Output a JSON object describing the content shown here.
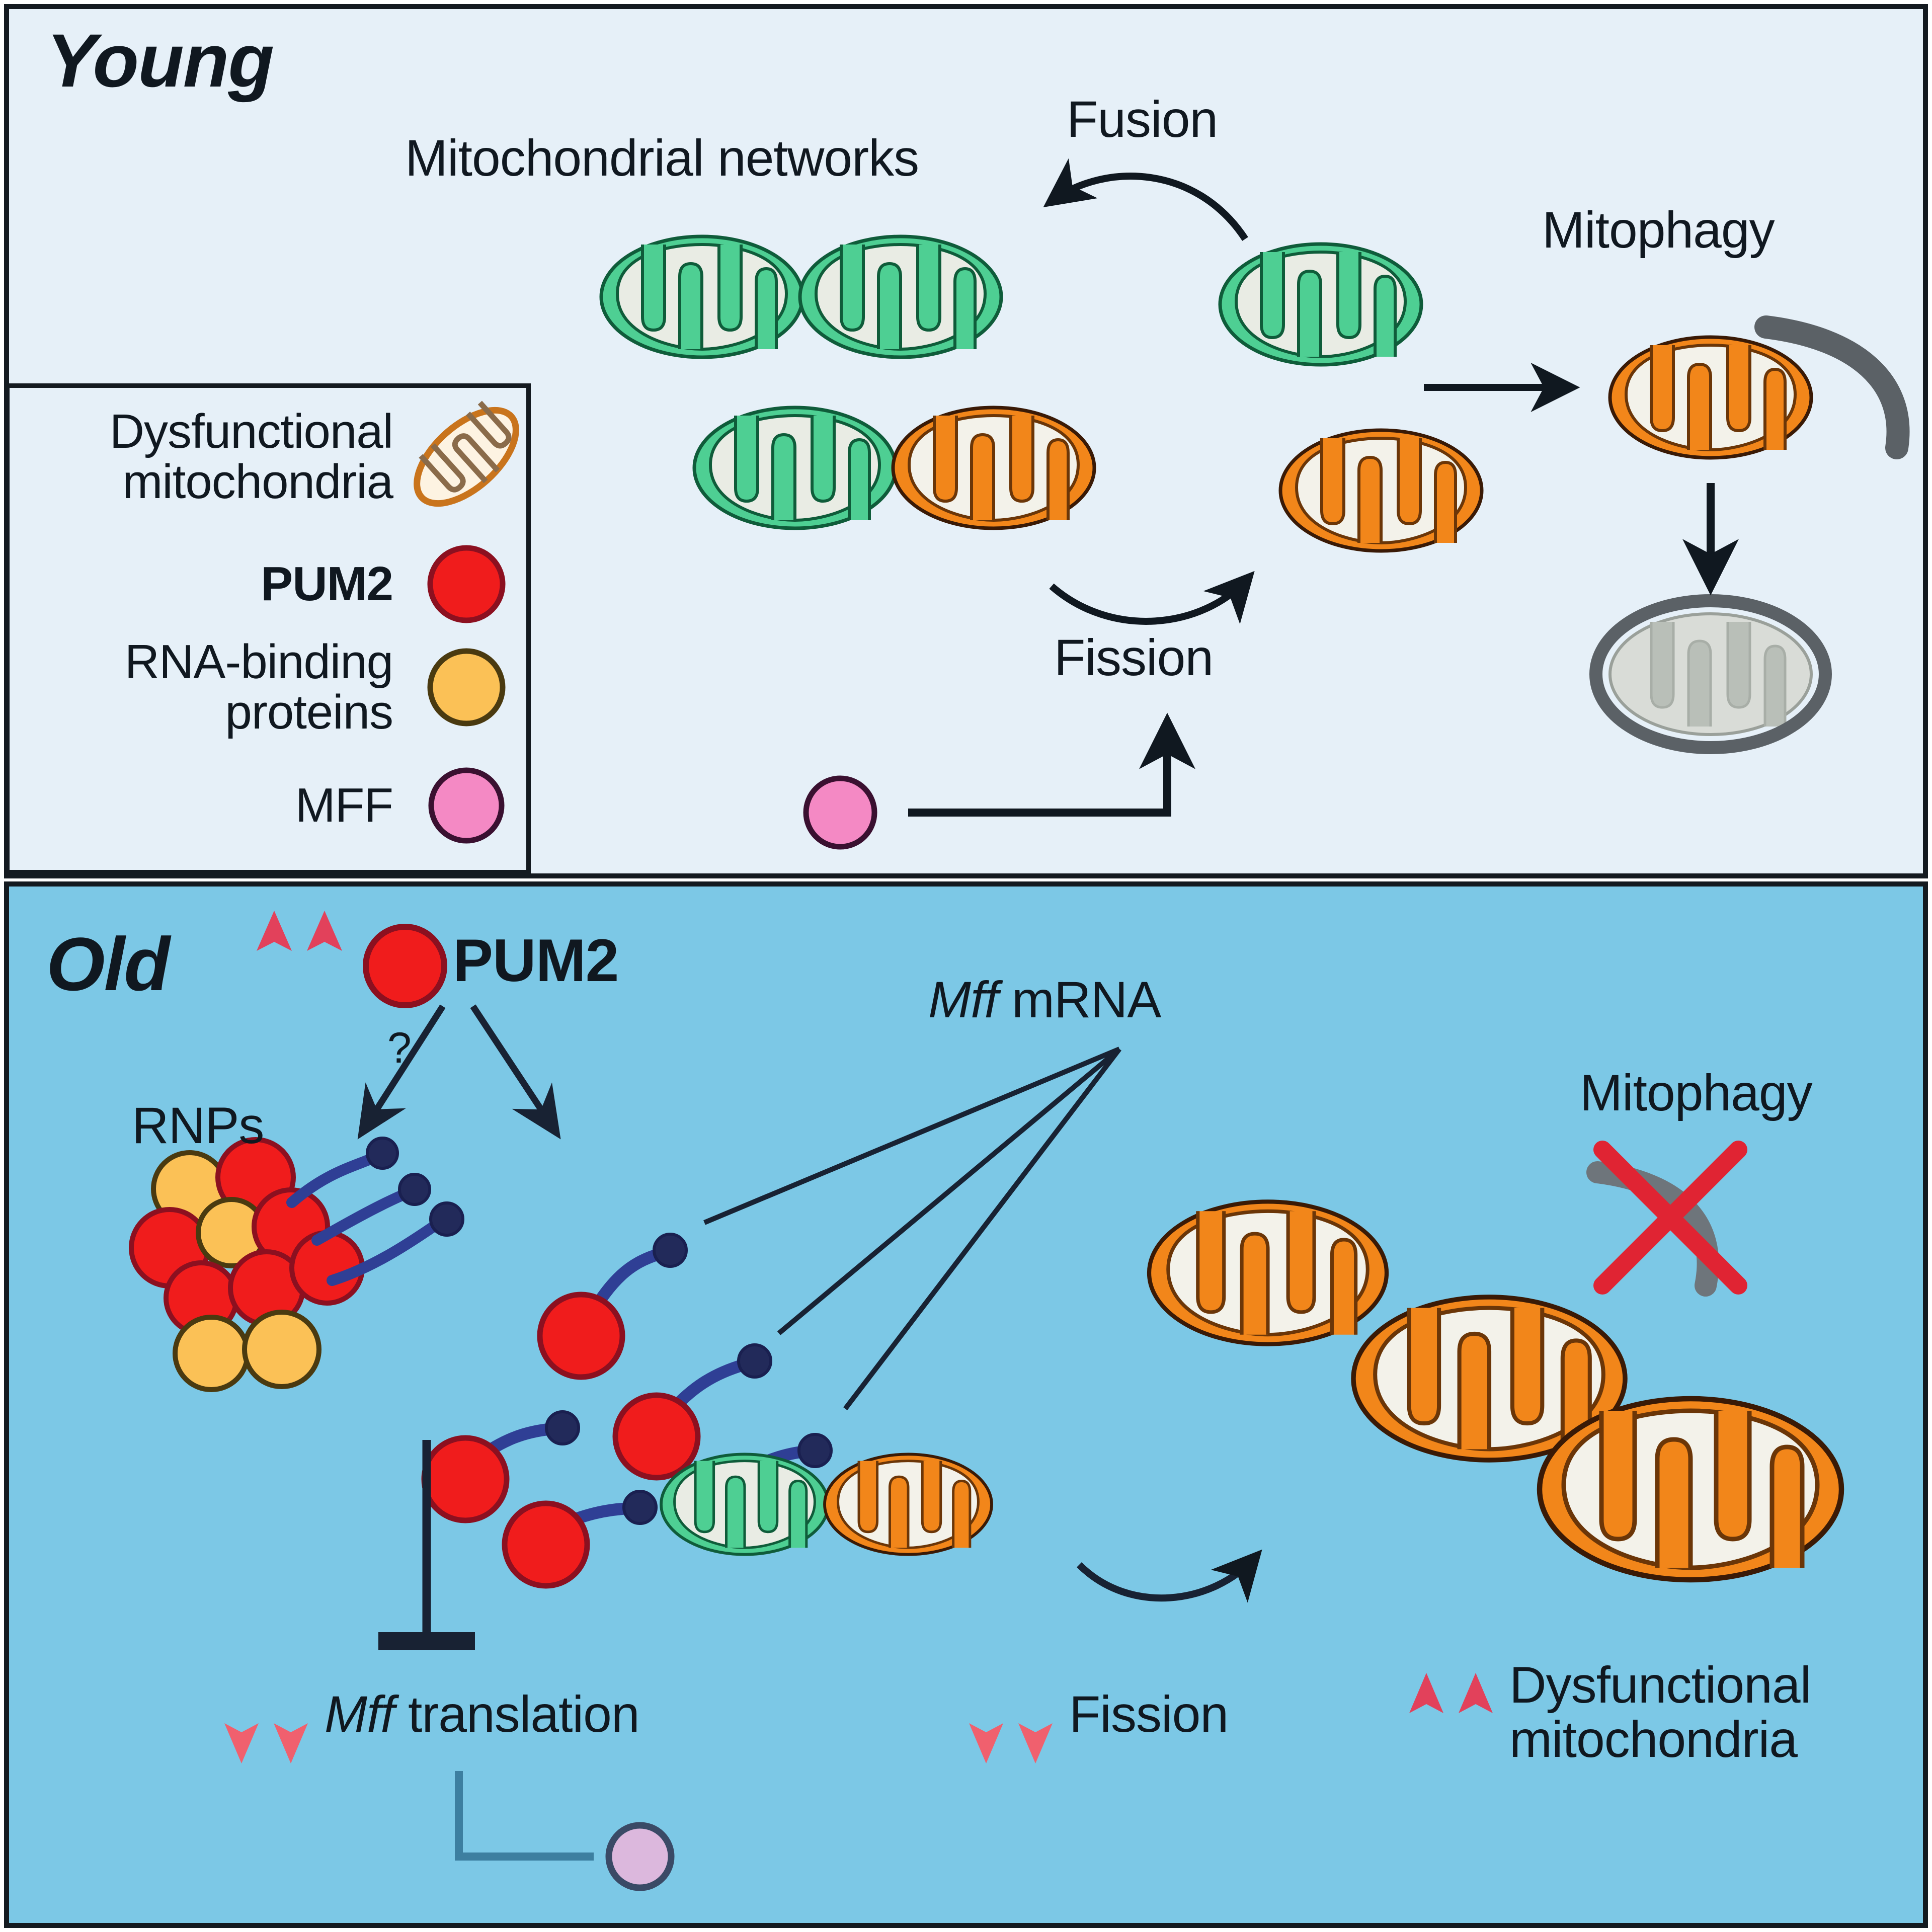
{
  "figure": {
    "type": "schematic-diagram",
    "topic": "PUM2 regulation of Mff translation, mitochondrial fission and mitophagy in aging"
  },
  "panels": {
    "young": {
      "title": "Young",
      "background_color": "#e6f0f8",
      "labels": {
        "networks": "Mitochondrial networks",
        "fusion": "Fusion",
        "fission": "Fission",
        "mitophagy": "Mitophagy"
      }
    },
    "old": {
      "title": "Old",
      "background_color": "#7cc8e6",
      "labels": {
        "pum2": "PUM2",
        "pum2_up_arrows": "↑↑",
        "question": "?",
        "rnps": "RNPs",
        "mff_mrna_italic": "Mff",
        "mff_mrna_rest": " mRNA",
        "mitophagy": "Mitophagy",
        "mff_translation_arrows": "↓↓",
        "mff_translation_italic": "Mff",
        "mff_translation_rest": " translation",
        "fission_arrows": "↓↓",
        "fission": "Fission",
        "dysfunctional_arrows": "↑↑",
        "dysfunctional_line1": "Dysfunctional",
        "dysfunctional_line2": "mitochondria"
      }
    }
  },
  "legend": {
    "items": [
      {
        "label_line1": "Dysfunctional",
        "label_line2": "mitochondria",
        "icon": "dysfunctional-mitochondrion-icon",
        "color": "#e8820c",
        "bold": false
      },
      {
        "label_line1": "PUM2",
        "label_line2": "",
        "icon": "red-circle-icon",
        "color": "#f01c1c",
        "bold": true
      },
      {
        "label_line1": "RNA-binding",
        "label_line2": "proteins",
        "icon": "orange-circle-icon",
        "color": "#fbc156",
        "bold": false
      },
      {
        "label_line1": "MFF",
        "label_line2": "",
        "icon": "pink-circle-icon",
        "color": "#f489c4",
        "bold": false
      }
    ]
  },
  "colors": {
    "healthy_mitochondrion": "#4ecf93",
    "healthy_mitochondrion_stroke": "#0f5c3a",
    "dysfunctional_mitochondrion": "#f2861a",
    "dysfunctional_mitochondrion_stroke": "#5a2a08",
    "matrix": "#e9ece4",
    "autophagosome_membrane": "#5b6166",
    "pum2_red": "#f01c1c",
    "pum2_stroke": "#8c1020",
    "rbp_orange": "#fbc156",
    "rbp_stroke": "#4a3a10",
    "mff_pink": "#f489c4",
    "mff_pink_faded": "#dcb8dd",
    "mrna_blue": "#2f3f95",
    "arrow_black": "#101820",
    "red_arrow": "#e8414f",
    "red_arrow_dark": "#b01030",
    "cross_red": "#e02433",
    "panel_border": "#141a20"
  }
}
